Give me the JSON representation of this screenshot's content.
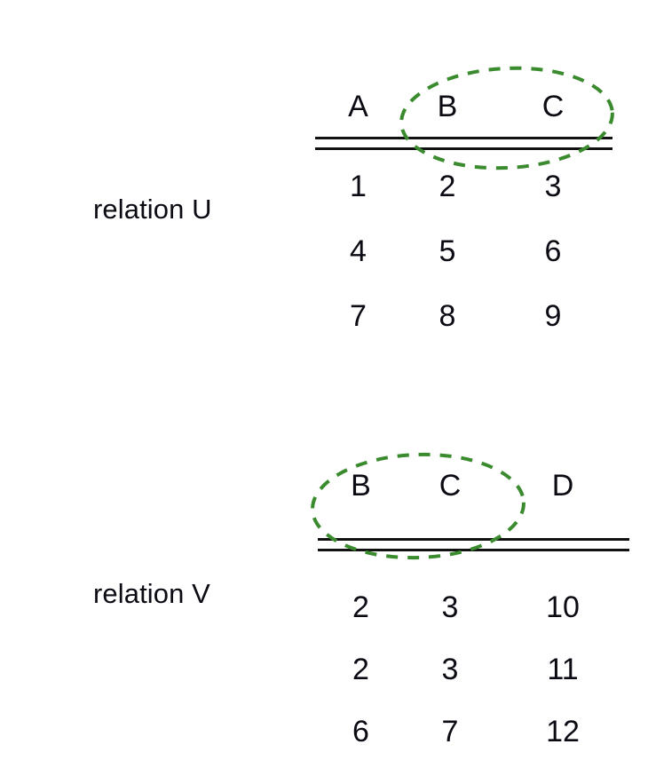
{
  "page": {
    "background_color": "#ffffff",
    "title": "relation U and relation V natural-join key columns"
  },
  "colors": {
    "text_black": "#0b0b14",
    "value_blue": "#1f1fdd",
    "value_gray": "#969696",
    "highlight_green": "#3a8a2e",
    "rule_black": "#111111"
  },
  "relations": [
    {
      "id": "u",
      "label": "relation U",
      "columns": [
        "A",
        "B",
        "C"
      ],
      "rows": [
        [
          {
            "value": "1",
            "color": "black"
          },
          {
            "value": "2",
            "color": "blue"
          },
          {
            "value": "3",
            "color": "blue"
          }
        ],
        [
          {
            "value": "4",
            "color": "gray"
          },
          {
            "value": "5",
            "color": "gray"
          },
          {
            "value": "6",
            "color": "gray"
          }
        ],
        [
          {
            "value": "7",
            "color": "gray"
          },
          {
            "value": "8",
            "color": "gray"
          },
          {
            "value": "9",
            "color": "gray"
          }
        ]
      ],
      "highlight": {
        "name": "join-key-ellipse-u",
        "encircled_columns": [
          "B",
          "C"
        ],
        "shape": "dashed-ellipse",
        "color": "#3a8a2e"
      }
    },
    {
      "id": "v",
      "label": "relation V",
      "columns": [
        "B",
        "C",
        "D"
      ],
      "rows": [
        [
          {
            "value": "2",
            "color": "blue"
          },
          {
            "value": "3",
            "color": "blue"
          },
          {
            "value": "10",
            "color": "black"
          }
        ],
        [
          {
            "value": "2",
            "color": "blue"
          },
          {
            "value": "3",
            "color": "blue"
          },
          {
            "value": "11",
            "color": "black"
          }
        ],
        [
          {
            "value": "6",
            "color": "gray"
          },
          {
            "value": "7",
            "color": "gray"
          },
          {
            "value": "12",
            "color": "gray"
          }
        ]
      ],
      "highlight": {
        "name": "join-key-ellipse-v",
        "encircled_columns": [
          "B",
          "C"
        ],
        "shape": "dashed-ellipse",
        "color": "#3a8a2e"
      }
    }
  ]
}
